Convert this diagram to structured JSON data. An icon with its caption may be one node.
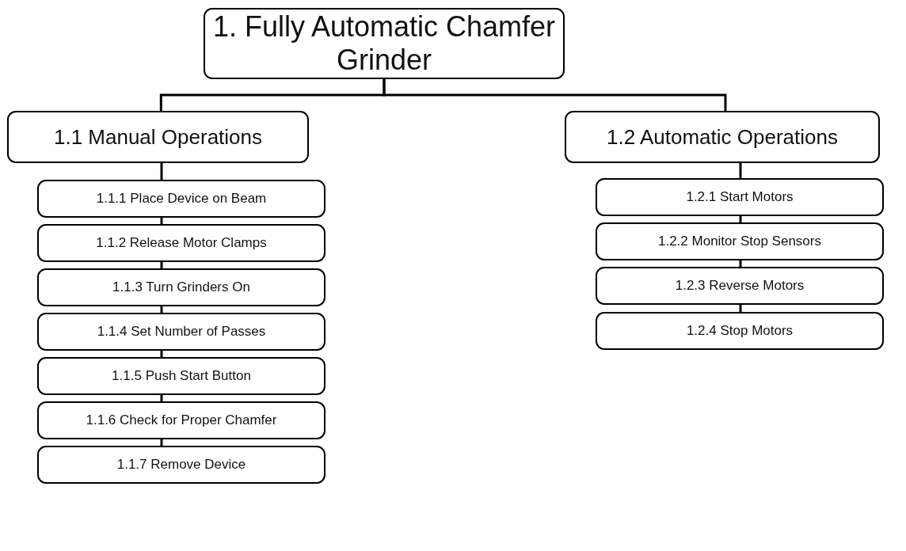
{
  "diagram": {
    "nodes": [
      {
        "text": [
          "1. Fully Automatic Chamfer Grinder"
        ]
      },
      {
        "text": [
          "1.1 Manual Operations"
        ]
      },
      {
        "text": [
          "1.2 Automatic Operations"
        ]
      },
      {
        "text": [
          "1.1.1 Place Device on Beam"
        ]
      },
      {
        "text": [
          "1.1.2 Release Motor Clamps"
        ]
      },
      {
        "text": [
          "1.1.3 Turn Grinders On"
        ]
      },
      {
        "text": [
          "1.1.4 Set Number of Passes"
        ]
      },
      {
        "text": [
          "1.1.5 Push Start Button"
        ]
      },
      {
        "text": [
          "1.1.6 Check for Proper Chamfer"
        ]
      },
      {
        "text": [
          "1.1.7 Remove Device"
        ]
      },
      {
        "text": [
          "1.2.1 Start Motors"
        ]
      },
      {
        "text": [
          "1.2.2 Monitor Stop Sensors"
        ]
      },
      {
        "text": [
          "1.2.3 Reverse Motors"
        ]
      },
      {
        "text": [
          "1.2.4 Stop Motors"
        ]
      }
    ],
    "edges": [
      {
        "from": 0,
        "to": 1,
        "arrow": "none"
      },
      {
        "from": 0,
        "to": 2,
        "arrow": "none"
      },
      {
        "from": 1,
        "to": 3,
        "arrow": "none"
      },
      {
        "from": 3,
        "to": 4,
        "arrow": "none"
      },
      {
        "from": 4,
        "to": 5,
        "arrow": "none"
      },
      {
        "from": 5,
        "to": 6,
        "arrow": "none"
      },
      {
        "from": 6,
        "to": 7,
        "arrow": "none"
      },
      {
        "from": 7,
        "to": 8,
        "arrow": "none"
      },
      {
        "from": 8,
        "to": 9,
        "arrow": "none"
      },
      {
        "from": 2,
        "to": 10,
        "arrow": "none"
      },
      {
        "from": 10,
        "to": 11,
        "arrow": "none"
      },
      {
        "from": 11,
        "to": 12,
        "arrow": "none"
      },
      {
        "from": 12,
        "to": 13,
        "arrow": "none"
      }
    ]
  }
}
